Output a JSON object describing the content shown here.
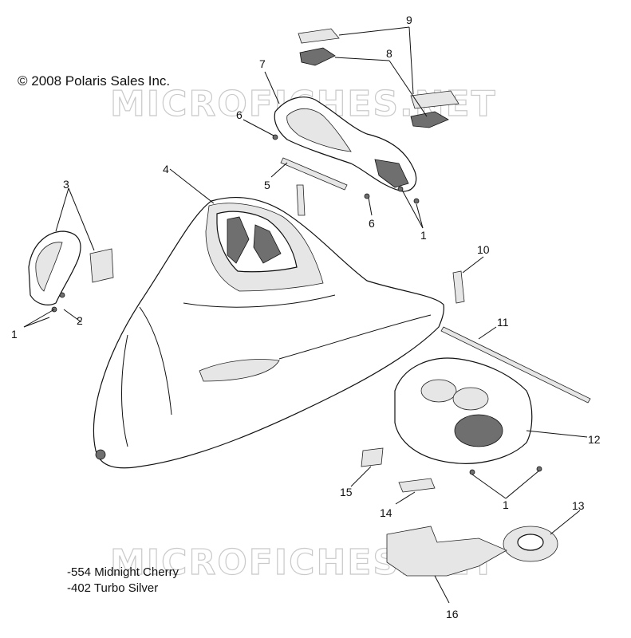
{
  "copyright": "© 2008 Polaris Sales Inc.",
  "watermark": "MICROFICHES.NET",
  "color_codes": [
    "-554 Midnight Cherry",
    "-402 Turbo Silver"
  ],
  "callouts": {
    "c1a": "1",
    "c1b": "1",
    "c1c": "1",
    "c2": "2",
    "c3": "3",
    "c4": "4",
    "c5": "5",
    "c6a": "6",
    "c6b": "6",
    "c7": "7",
    "c8": "8",
    "c9": "9",
    "c10": "10",
    "c11": "11",
    "c12": "12",
    "c13": "13",
    "c14": "14",
    "c15": "15",
    "c16": "16"
  }
}
